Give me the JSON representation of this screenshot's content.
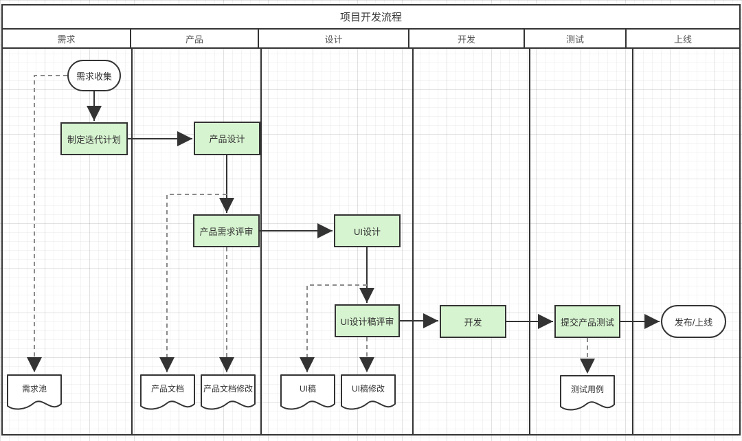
{
  "title": "项目开发流程",
  "lanes": [
    {
      "label": "需求"
    },
    {
      "label": "产品"
    },
    {
      "label": "设计"
    },
    {
      "label": "开发"
    },
    {
      "label": "测试"
    },
    {
      "label": "上线"
    }
  ],
  "nodes": {
    "requirement_collection": {
      "label": "需求收集"
    },
    "iteration_plan": {
      "label": "制定迭代计划"
    },
    "product_design": {
      "label": "产品设计"
    },
    "product_requirement_review": {
      "label": "产品需求评审"
    },
    "ui_design": {
      "label": "UI设计"
    },
    "ui_design_review": {
      "label": "UI设计稿评审"
    },
    "development": {
      "label": "开发"
    },
    "submit_product_test": {
      "label": "提交产品测试"
    },
    "release": {
      "label": "发布/上线"
    }
  },
  "documents": {
    "requirement_pool": {
      "label": "需求池"
    },
    "product_doc": {
      "label": "产品文档"
    },
    "product_doc_revision": {
      "label": "产品文档修改"
    },
    "ui_draft": {
      "label": "UI稿"
    },
    "ui_draft_revision": {
      "label": "UI稿修改"
    },
    "test_cases": {
      "label": "测试用例"
    }
  },
  "colors": {
    "task_fill": "#d7f4d0",
    "stroke": "#333333",
    "dashed_stroke": "#8a8a8a"
  }
}
